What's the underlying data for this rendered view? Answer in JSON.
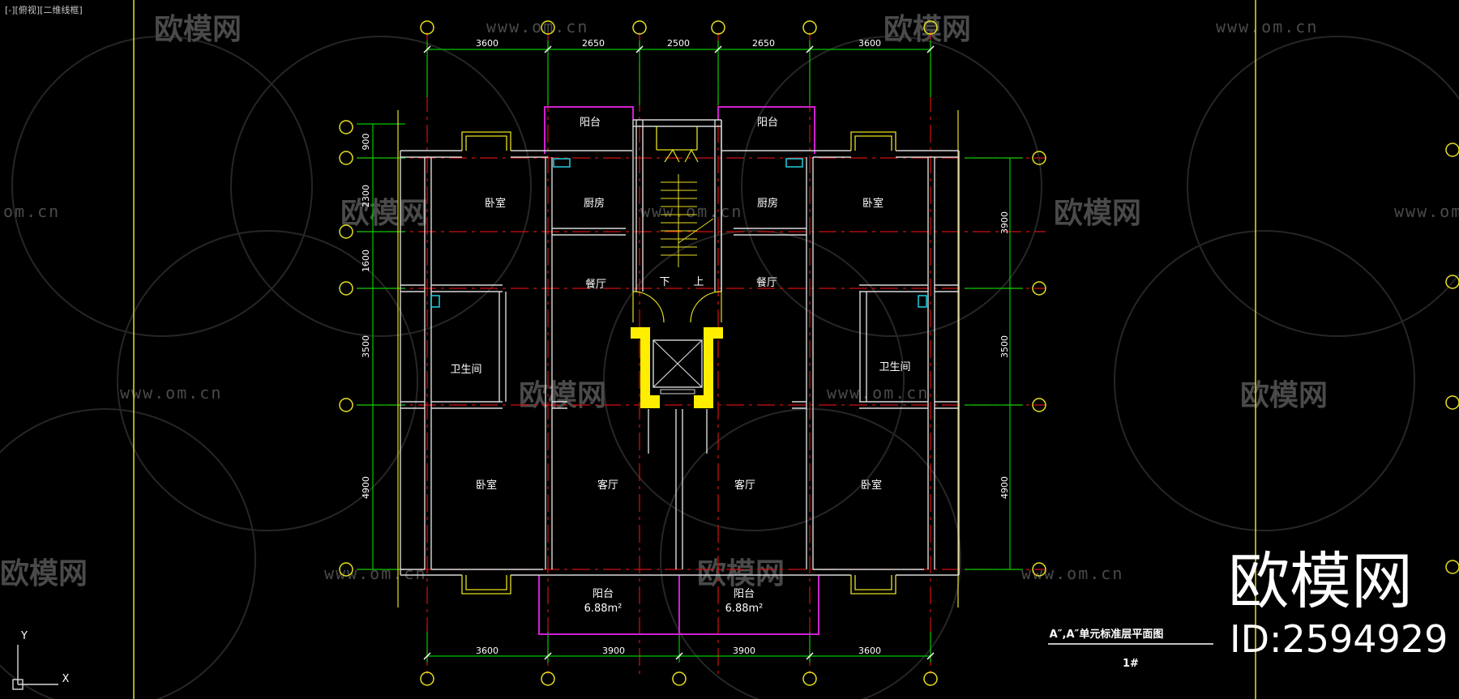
{
  "viewport_label": "[-][俯视][二维线框]",
  "drawing": {
    "title": "A″,A″单元标准层平面图",
    "subtitle": "1#",
    "top_dimensions": [
      "3600",
      "2650",
      "2500",
      "2650",
      "3600"
    ],
    "bottom_dimensions": [
      "3600",
      "3900",
      "3900",
      "3600"
    ],
    "left_dimensions": [
      "900",
      "2300",
      "1600",
      "3500",
      "4900"
    ],
    "right_dimensions": [
      "3900",
      "3500",
      "4900"
    ],
    "rooms": {
      "balcony_top_left": "阳台",
      "balcony_top_right": "阳台",
      "bedroom_tl": "卧室",
      "kitchen_l": "厨房",
      "kitchen_r": "厨房",
      "bedroom_tr": "卧室",
      "dining_l": "餐厅",
      "dining_r": "餐厅",
      "stair_down": "下",
      "stair_up": "上",
      "bath_l": "卫生间",
      "bath_r": "卫生间",
      "bedroom_bl": "卧室",
      "living_l": "客厅",
      "living_r": "客厅",
      "bedroom_br": "卧室",
      "balcony_bottom_left": "阳台",
      "balcony_bottom_right": "阳台",
      "balcony_area_left": "6.88m²",
      "balcony_area_right": "6.88m²"
    },
    "ucs": {
      "y_label": "Y",
      "x_label": "X"
    }
  },
  "watermark": {
    "brand": "欧模网",
    "url": "www.om.cn",
    "url_short": "om.cn",
    "id": "ID:2594929"
  },
  "colors": {
    "background": "#000000",
    "wall": "#d8d8d8",
    "axis_red": "#d01010",
    "dimension_green": "#00c800",
    "window_yellow": "#e8e020",
    "balcony_magenta": "#d020d0",
    "axis_bubble": "#e8e020",
    "elevator_fill": "#ffee00",
    "fixture_cyan": "#20d0e0"
  }
}
